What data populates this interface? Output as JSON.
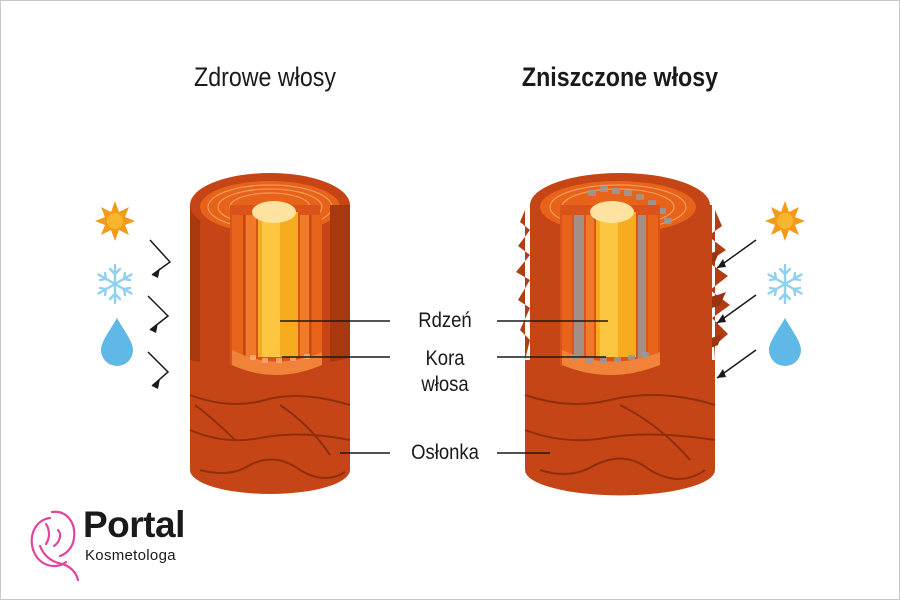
{
  "titles": {
    "healthy": "Zdrowe włosy",
    "damaged": "Zniszczone włosy"
  },
  "labels": {
    "medulla": "Rdzeń",
    "cortex_line1": "Kora",
    "cortex_line2": "włosa",
    "cuticle": "Osłonka"
  },
  "icons": {
    "sun": "sun-icon",
    "snowflake": "snowflake-icon",
    "water_drop": "water-drop-icon"
  },
  "logo": {
    "main": "Portal",
    "sub": "Kosmetologa"
  },
  "colors": {
    "cuticle": "#c64517",
    "cuticle_dark": "#9c3410",
    "cortex": "#e8631a",
    "medulla": "#f7ab1e",
    "sun": "#f29a1a",
    "snow": "#8fd0ee",
    "drop": "#5fb8e6",
    "logo_pink": "#e0449c"
  }
}
